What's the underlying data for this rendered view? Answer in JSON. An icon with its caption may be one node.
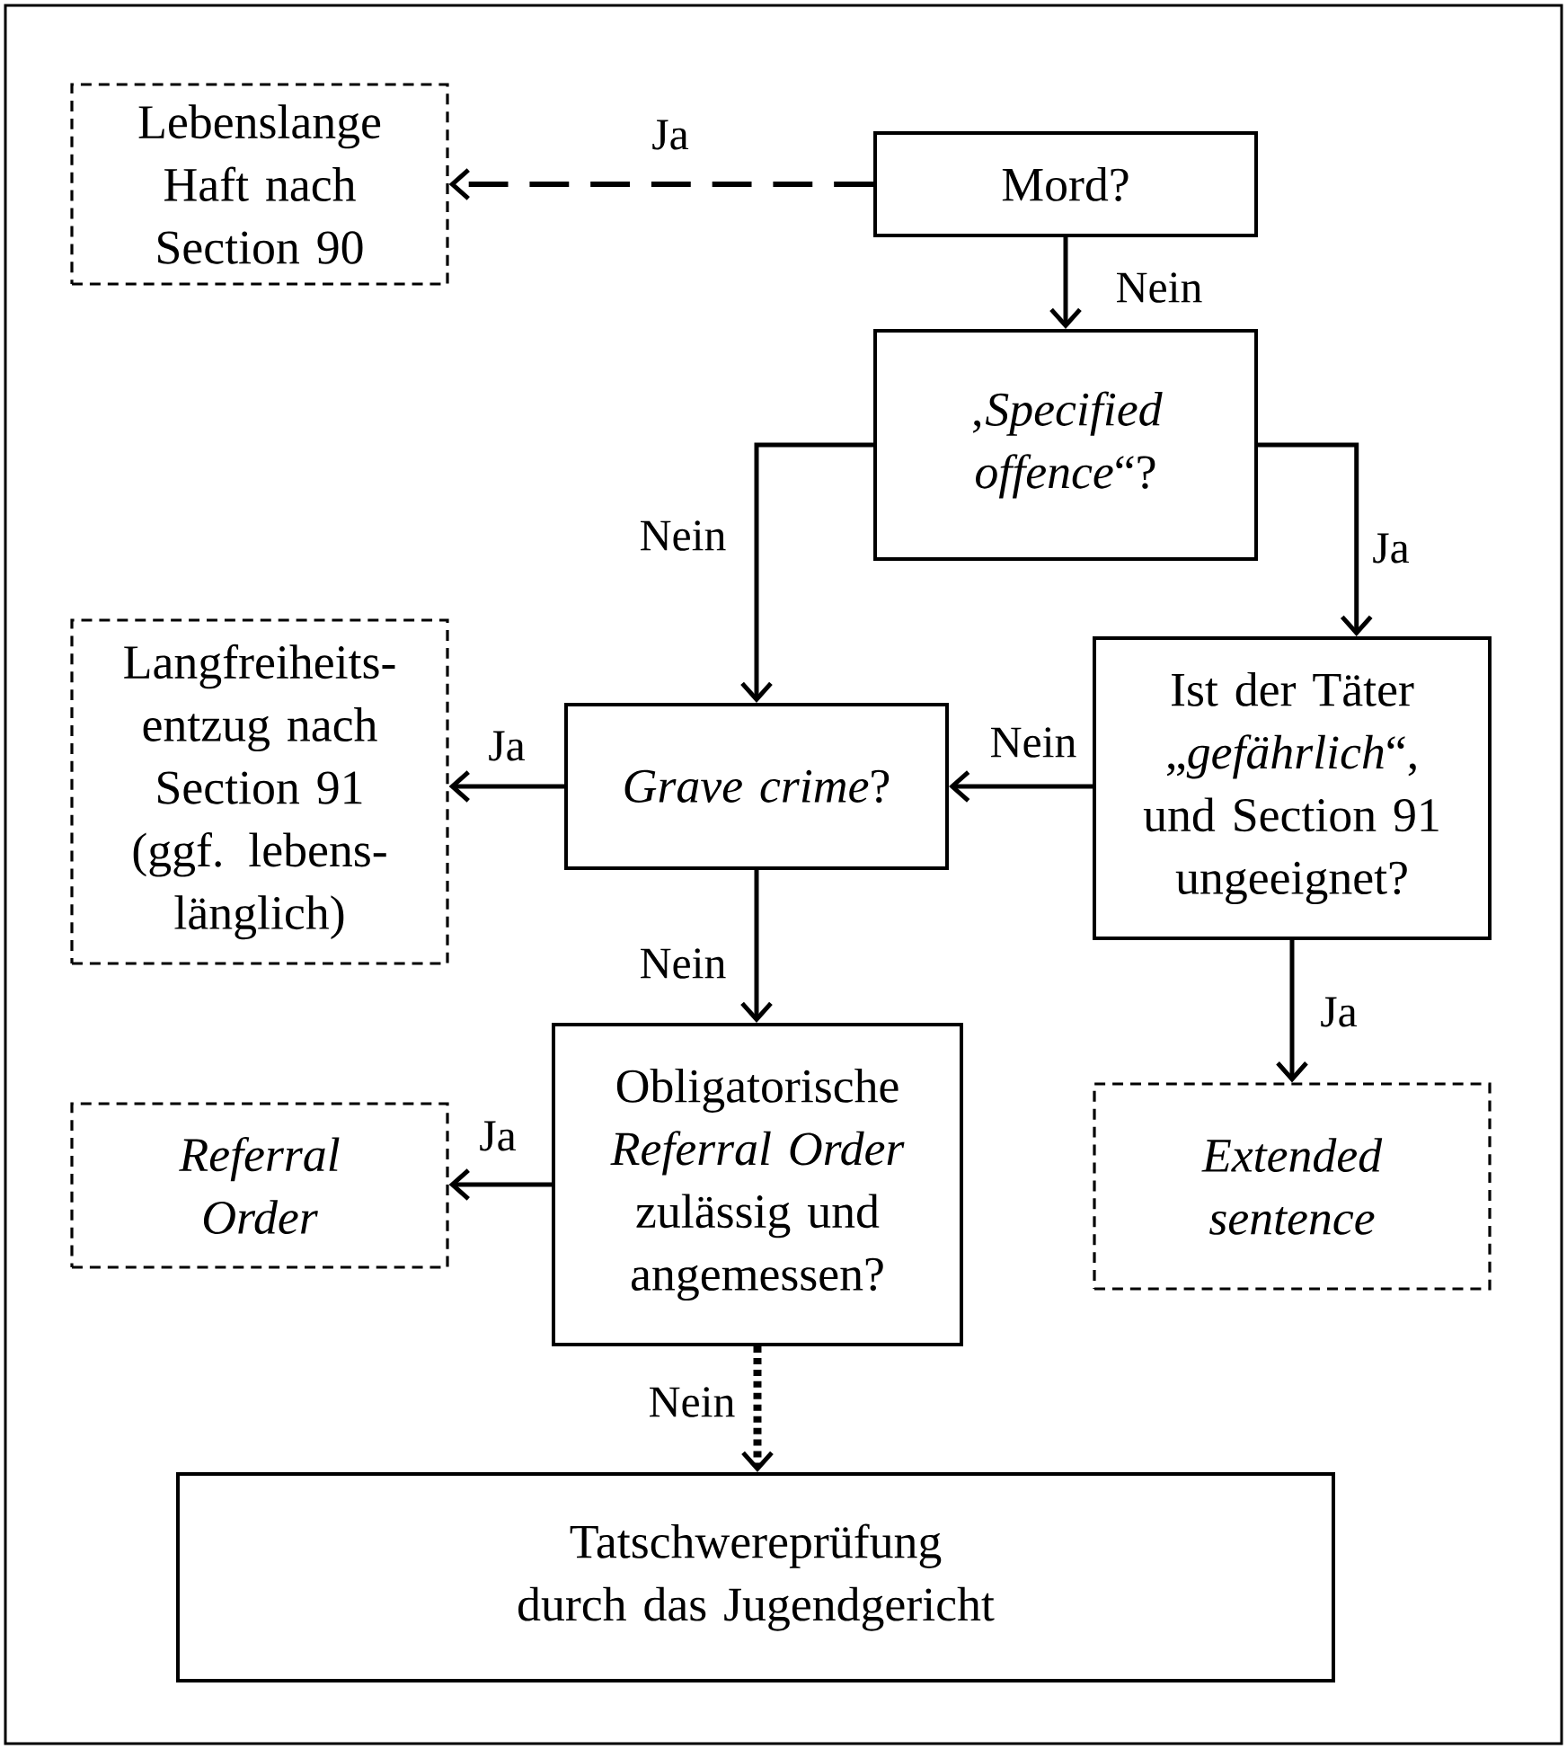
{
  "diagram": {
    "nodes": [
      {
        "text": [
          "Lebenslange Haft nach Section 90"
        ]
      },
      {
        "text": [
          "Mord?"
        ]
      },
      {
        "text": [
          "‚*Specified offence*“?"
        ]
      },
      {
        "text": [
          "Langfreiheits- entzug nach Section 91 (ggf. lebens- länglich)"
        ]
      },
      {
        "text": [
          "*Grave crime*?"
        ]
      },
      {
        "text": [
          "Ist der Täter „*gefährlich*“, und Section 91 ungeeignet?"
        ]
      },
      {
        "text": [
          "Referral Order"
        ]
      },
      {
        "text": [
          "Obligatorische *Referral Order* zulässig und angemessen?"
        ]
      },
      {
        "text": [
          "Extended sentence"
        ]
      },
      {
        "text": [
          "Tatschwereprüfung durch das Jugendgericht"
        ]
      }
    ],
    "edges": [
      {
        "from": 1,
        "to": 0,
        "arrow": "to",
        "label": "Ja",
        "style": "dashed"
      },
      {
        "from": 1,
        "to": 2,
        "arrow": "to",
        "label": "Nein"
      },
      {
        "from": 2,
        "to": 4,
        "arrow": "to",
        "label": "Nein"
      },
      {
        "from": 2,
        "to": 5,
        "arrow": "to",
        "label": "Ja"
      },
      {
        "from": 5,
        "to": 4,
        "arrow": "to",
        "label": "Nein"
      },
      {
        "from": 4,
        "to": 3,
        "arrow": "to",
        "label": "Ja"
      },
      {
        "from": 4,
        "to": 7,
        "arrow": "to",
        "label": "Nein"
      },
      {
        "from": 5,
        "to": 8,
        "arrow": "to",
        "label": "Ja"
      },
      {
        "from": 7,
        "to": 6,
        "arrow": "to",
        "label": "Ja"
      },
      {
        "from": 7,
        "to": 9,
        "arrow": "to",
        "label": "Nein",
        "style": "dashed"
      }
    ]
  }
}
